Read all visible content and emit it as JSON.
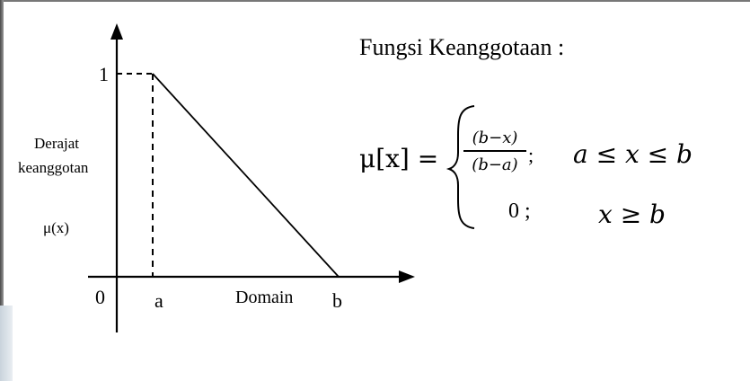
{
  "graph": {
    "y_label_line1": "Derajat",
    "y_label_line2": "keanggotan",
    "y_label_line3": "μ(x)",
    "x_label": "Domain",
    "tick_y_one": "1",
    "tick_origin": "0",
    "tick_a": "a",
    "tick_b": "b"
  },
  "formula": {
    "title": "Fungsi Keanggotaan :",
    "lhs": "μ[x] =",
    "case1_numerator": "(b−x)",
    "case1_denominator": "(b−a)",
    "case1_separator": ";",
    "case1_condition": "a  ≤ x  ≤ b",
    "case2_value": "0 ;",
    "case2_condition": "x  ≥ b"
  }
}
